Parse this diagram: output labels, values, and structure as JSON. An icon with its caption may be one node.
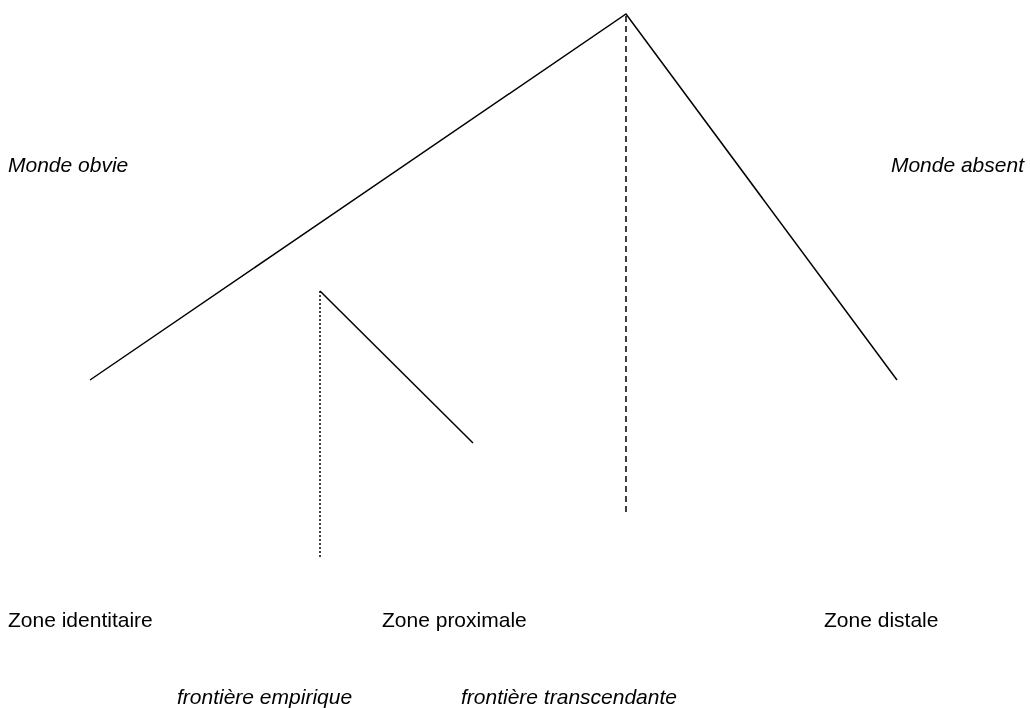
{
  "diagram": {
    "labels": [
      "Monde obvie",
      "Monde absent",
      "Zone identitaire",
      "Zone proximale",
      "Zone distale",
      "frontière empirique",
      "frontière transcendante"
    ]
  }
}
